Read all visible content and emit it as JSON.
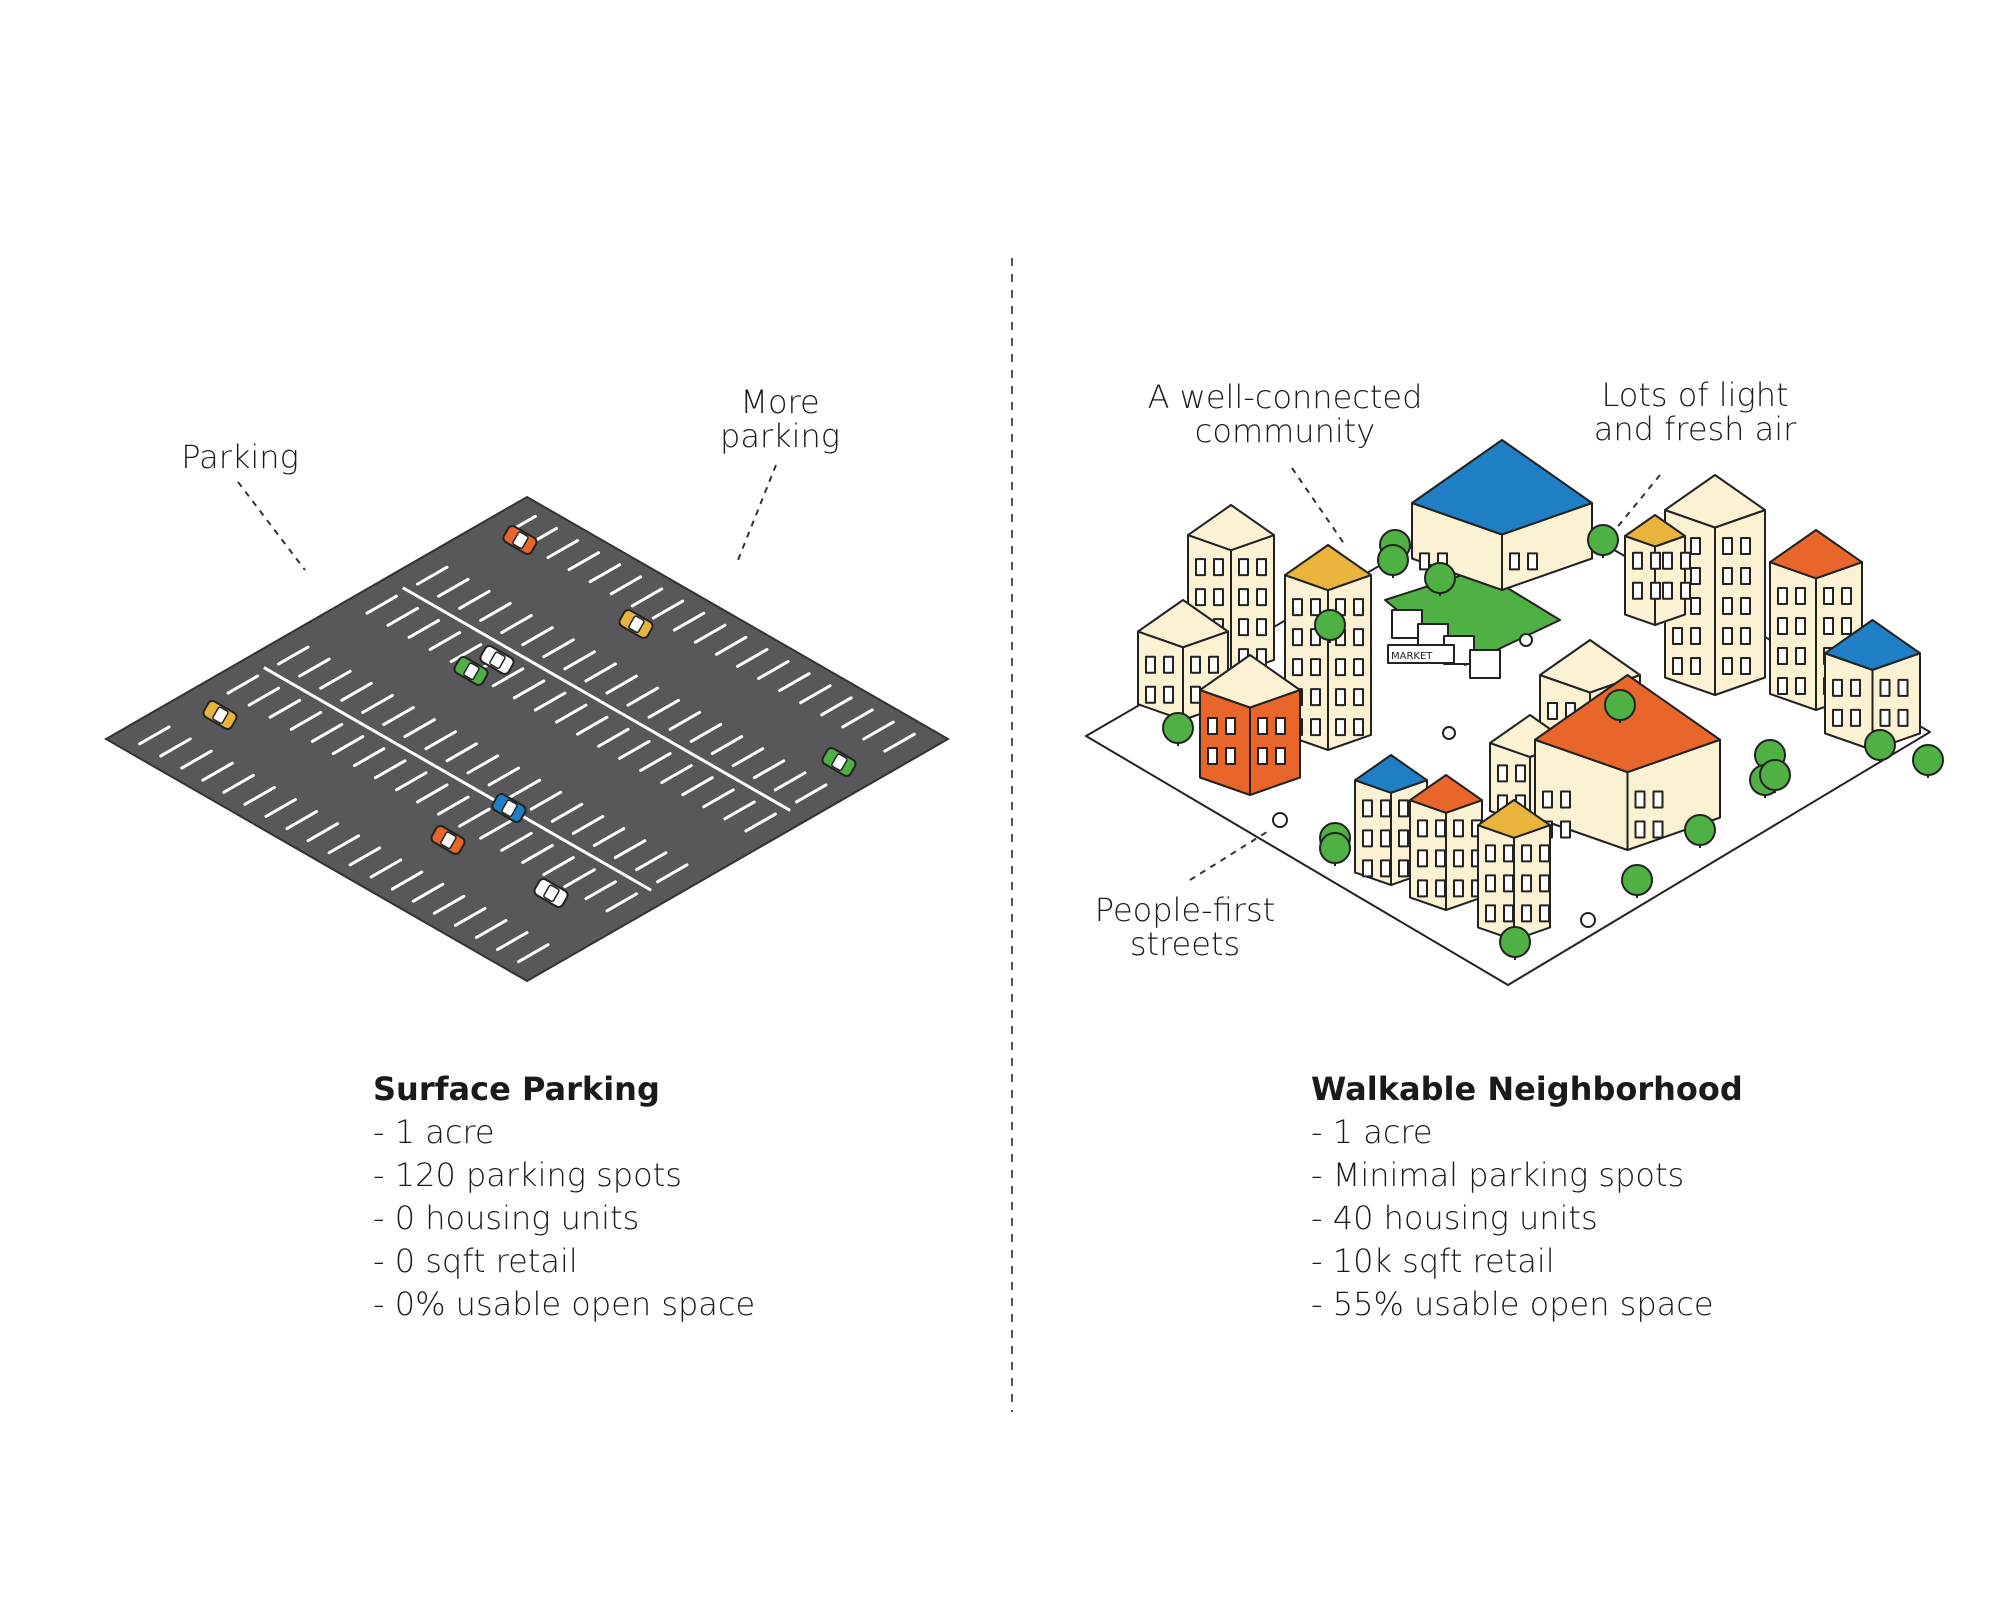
{
  "left_panel": {
    "callouts": [
      "Parking",
      "More\nparking"
    ],
    "title": "Surface Parking",
    "stats": [
      "- 1 acre",
      "- 120 parking spots",
      "- 0 housing units",
      "- 0 sqft retail",
      "- 0% usable open space"
    ]
  },
  "right_panel": {
    "callouts": [
      "A well-connected\ncommunity",
      "Lots of light\nand fresh air",
      "People-first\nstreets"
    ],
    "title": "Walkable Neighborhood",
    "stats": [
      "- 1 acre",
      "- Minimal parking spots",
      "- 40 housing units",
      "- 10k sqft retail",
      "- 55% usable open space"
    ],
    "market_sign": "MARKET"
  },
  "colors": {
    "asphalt": "#58585a",
    "orange": "#e8662a",
    "blue": "#1f7fc4",
    "yellow": "#e9b43c",
    "green": "#4fb043",
    "cream": "#fbf2d3",
    "white": "#ffffff"
  }
}
